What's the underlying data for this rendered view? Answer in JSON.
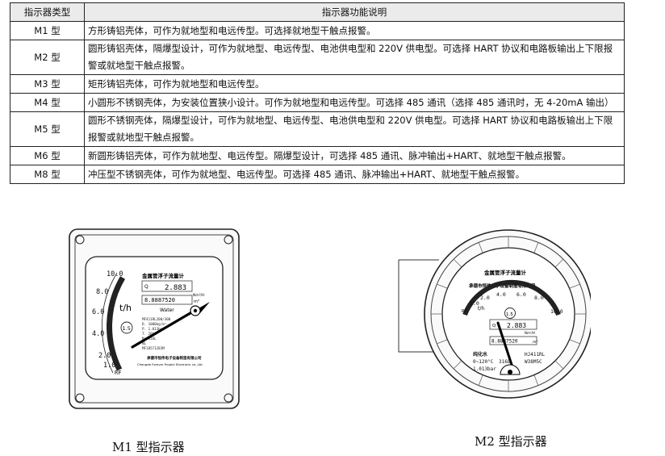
{
  "table": {
    "headers": [
      "指示器类型",
      "指示器功能说明"
    ],
    "rows": [
      {
        "type": "M1 型",
        "desc": "方形铸铝壳体，可作为就地型和电远传型。可选择就地型干触点报警。"
      },
      {
        "type": "M2 型",
        "desc": "圆形铸铝壳体，隔爆型设计，可作为就地型、电远传型、电池供电型和 220V 供电型。可选择 HART 协议和电路板输出上下限报警或就地型干触点报警。"
      },
      {
        "type": "M3 型",
        "desc": "矩形铸铝壳体，可作为就地型和电远传型。"
      },
      {
        "type": "M4 型",
        "desc": "小圆形不锈钢壳体，为安装位置狭小设计。可作为就地型和电远传型。可选择 485 通讯（选择 485 通讯时，无 4-20mA 输出）"
      },
      {
        "type": "M5 型",
        "desc": "圆形不锈钢壳体，隔爆型设计，可作为就地型、电远传型、电池供电型和 220V 供电型。可选择 HART 协议和电路板输出上下限报警或就地型干触点报警。"
      },
      {
        "type": "M6 型",
        "desc": "新圆形铸铝壳体，可作为就地型、电远传型。隔爆型设计，可选择 485 通讯、脉冲输出+HART、就地型干触点报警。"
      },
      {
        "type": "M8 型",
        "desc": "冲压型不锈钢壳体，可作为就地型、电远传型。可选择 485 通讯、脉冲输出+HART、就地型干触点报警。"
      }
    ]
  },
  "m1": {
    "caption": "M1 型指示器",
    "title": "金属管浮子流量计",
    "q_label": "Q",
    "q_value": "2.883",
    "q_unit": "Nm³/H",
    "total_value": "8.8887520",
    "total_unit": "m³",
    "scale_labels": [
      "10.0",
      "8.0",
      "6.0",
      "4.0",
      "2.0",
      "1.0"
    ],
    "unit": "t/h",
    "accuracy": "1.5",
    "medium": "Water",
    "spec_lines": [
      "MF411RL200/300",
      "D. 1000kg/m³",
      "P. 1.013bar",
      "T. 20°C",
      "M. 316L",
      "NL",
      "MF18571283M"
    ],
    "manufacturer": "承德市恒伟电子设备制造有限公司",
    "manufacturer_en": "Chengde Forever Project Electronic co.,Ltd",
    "rf": "RF"
  },
  "m2": {
    "caption": "M2 型指示器",
    "title": "金属管浮子流量计",
    "manufacturer": "承德市恒伟电子设备制造有限公司",
    "scale_labels": [
      "1.0",
      "2.0",
      "4.0",
      "6.0",
      "8.0",
      "10.0"
    ],
    "rf": "RF",
    "unit": "t/h",
    "accuracy": "1.5",
    "q_label": "Q",
    "q_value": "2.883",
    "q_unit": "Nm³/H",
    "total_value": "8.8887520",
    "total_unit": "m³",
    "medium": "纯化水",
    "temp": "0~120°C",
    "material": "316L",
    "pressure": "1.013bar",
    "model": "HJ411RL",
    "serial": "W38M5C"
  }
}
